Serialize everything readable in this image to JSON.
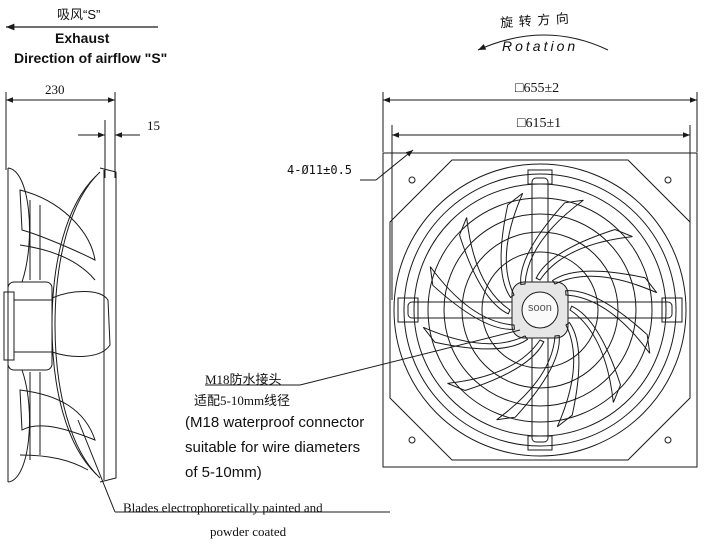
{
  "airflow": {
    "cn": "吸风“S”",
    "en_line1": "Exhaust",
    "en_line2": "Direction of airflow \"S\""
  },
  "rotation": {
    "cn": "旋 转 方 向",
    "en": "Rotation"
  },
  "dimensions": {
    "depth": "230",
    "flange": "15",
    "outer_square": "□655±2",
    "hole_spacing": "□615±1",
    "mounting_holes": "4-Ø11±0.5"
  },
  "connector": {
    "cn_line1": "M18防水接头",
    "cn_line2": "适配5-10mm线径",
    "en_line1": "(M18 waterproof connector",
    "en_line2": "suitable for wire diameters",
    "en_line3": "of 5-10mm)"
  },
  "blades": {
    "line1": "Blades electrophoretically painted and",
    "line2": "powder coated"
  },
  "brand": "soon",
  "colors": {
    "line": "#1a1a1a",
    "hub": "#e6e6e6"
  }
}
